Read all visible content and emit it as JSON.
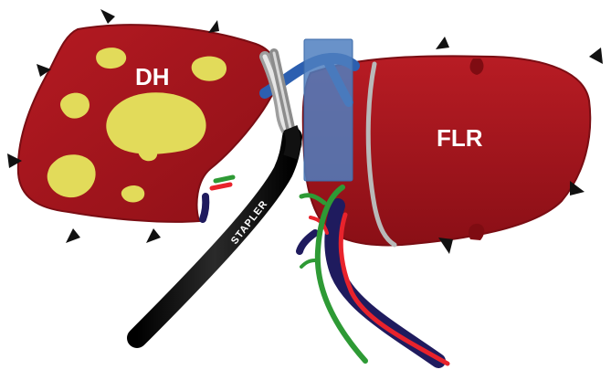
{
  "labels": {
    "dh": "DH",
    "flr": "FLR",
    "stapler": "STAPLER"
  },
  "colors": {
    "liver": "#a3141c",
    "liver_edge": "#7a0d13",
    "tumor": "#e2db5a",
    "portal_vein": "#1f1b5e",
    "hepatic_artery": "#e8232c",
    "bile_duct": "#2e9a35",
    "hepatic_vein": "#2c5fb0",
    "clamp": "#4f7fc0",
    "stapler": "#111111",
    "ligature": "#b9b9b9",
    "arrowhead": "#111111"
  },
  "arrowheads_count": 10,
  "tumor_count": 7
}
